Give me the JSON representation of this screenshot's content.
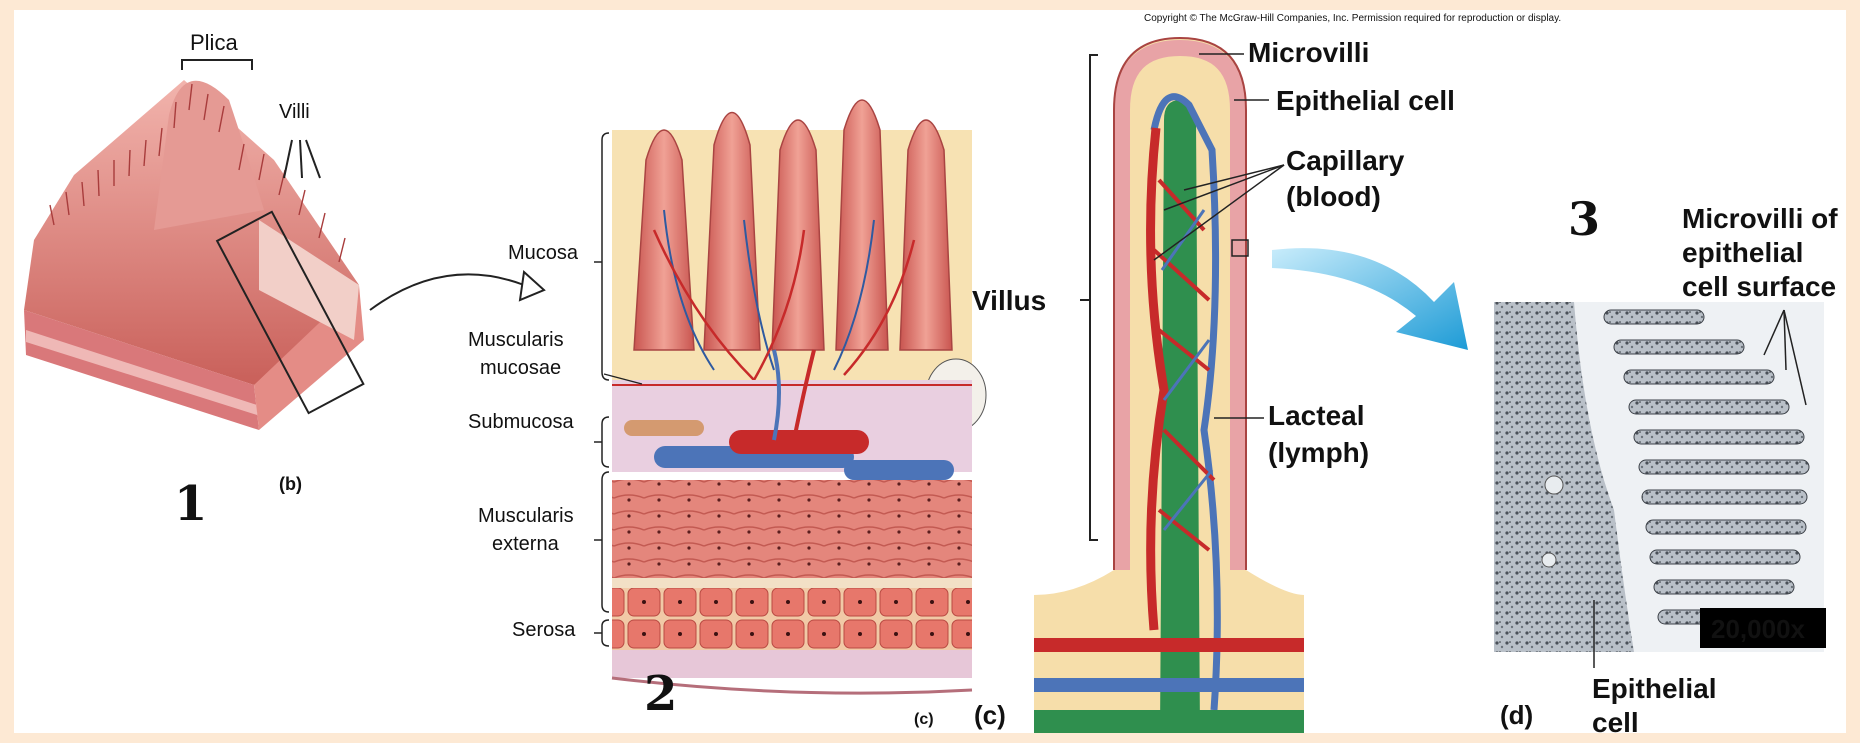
{
  "copyright": "Copyright © The McGraw-Hill Companies, Inc. Permission required for reproduction or display.",
  "panel1": {
    "labels": {
      "plica": "Plica",
      "villi": "Villi",
      "sub": "(b)"
    },
    "number": "1"
  },
  "panel2": {
    "labels": {
      "mucosa": "Mucosa",
      "muscularis_mucosae_1": "Muscularis",
      "muscularis_mucosae_2": "mucosae",
      "submucosa": "Submucosa",
      "muscularis_externa_1": "Muscularis",
      "muscularis_externa_2": "externa",
      "serosa": "Serosa",
      "sub": "(c)"
    },
    "number": "2"
  },
  "panel3": {
    "labels": {
      "microvilli": "Microvilli",
      "epithelial_cell": "Epithelial cell",
      "capillary_1": "Capillary",
      "capillary_2": "(blood)",
      "villus": "Villus",
      "lacteal_1": "Lacteal",
      "lacteal_2": "(lymph)",
      "sub": "(c)"
    }
  },
  "panel4": {
    "labels": {
      "microvilli_1": "Microvilli of",
      "microvilli_2": "epithelial",
      "microvilli_3": "cell surface",
      "magnification": "20,000x",
      "epithelial_1": "Epithelial",
      "epithelial_2": "cell",
      "sub": "(d)"
    },
    "number": "3"
  },
  "colors": {
    "tissue_pink": "#e8a19d",
    "villus_red": "#d9675a",
    "blood_red": "#c72a2a",
    "vein_blue": "#4c74b8",
    "lymph_green": "#2f8f4e",
    "yellow_tissue": "#f6deaa",
    "arrow_blue": "#3fb2e4"
  }
}
